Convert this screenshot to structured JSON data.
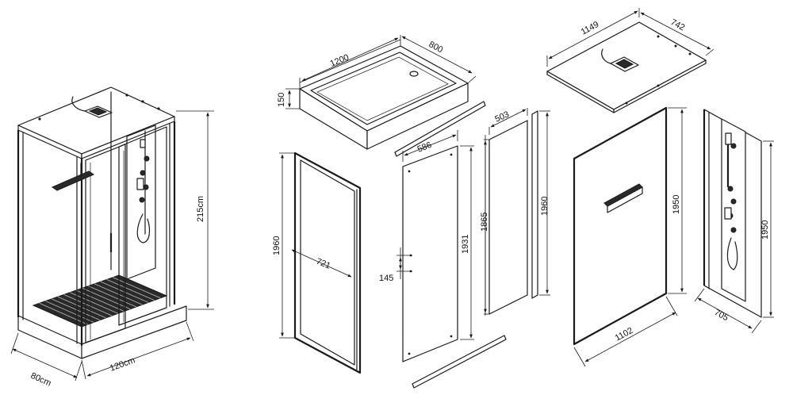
{
  "dimensions": {
    "cabin_width": "120cm",
    "cabin_depth": "80cm",
    "cabin_height": "215cm",
    "tray_length": "1200",
    "tray_width": "800",
    "tray_height": "150",
    "door_height": "1960",
    "door_width": "721",
    "fixed_panel_width": "586",
    "fixed_panel_height": "1931",
    "fixed_panel_inner_height": "1865",
    "hinge_offset": "145",
    "side_panel_width": "503",
    "side_panel_height": "1960",
    "roof_length": "1149",
    "roof_width": "742",
    "back_panel_height": "1950",
    "back_panel_width": "1102",
    "column_panel_height": "1950",
    "column_panel_width": "705"
  }
}
